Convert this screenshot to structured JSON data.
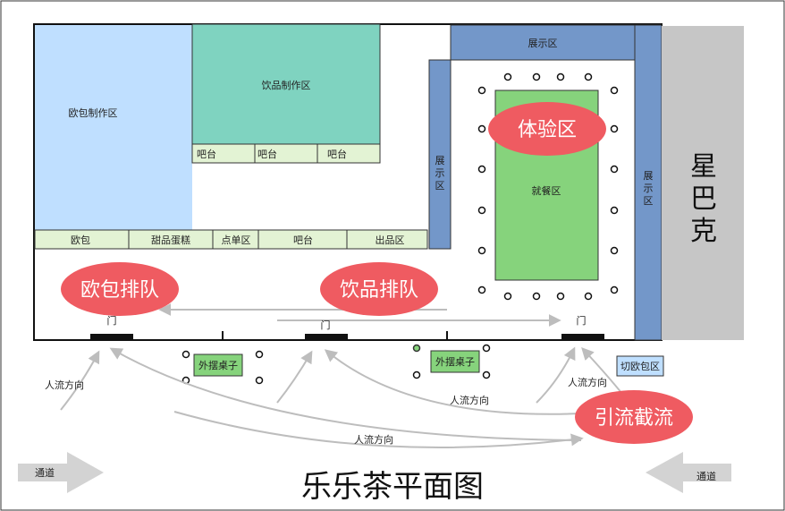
{
  "title": "乐乐茶平面图",
  "zones": {
    "oubao_zhizuo": "欧包制作区",
    "yinpin_zhizuo": "饮品制作区",
    "zhanshi_top": "展示区",
    "zhanshi_left": "展\n示\n区",
    "zhanshi_right": "展\n示\n区",
    "jiucan": "就餐区",
    "xingbake": "星\n巴\n克",
    "qie_oubao": "切欧包区"
  },
  "counter_row_upper": [
    "吧台",
    "吧台",
    "吧台"
  ],
  "counter_row_lower": [
    "欧包",
    "甜品蛋糕",
    "点单区",
    "吧台",
    "出品区"
  ],
  "bubbles": {
    "tiyan": "体验区",
    "oubao_paidui": "欧包排队",
    "yinpin_paidui": "饮品排队",
    "yinliu": "引流截流"
  },
  "doors": [
    "门",
    "门",
    "门"
  ],
  "outdoor_tables": [
    "外摆桌子",
    "外摆桌子"
  ],
  "flow_labels": [
    "人流方向",
    "人流方向",
    "人流方向",
    "人流方向"
  ],
  "passage_labels": [
    "通道",
    "通道"
  ],
  "colors": {
    "light_blue": "#bfdfff",
    "teal": "#7fd3c0",
    "steel_blue": "#7397c9",
    "light_green": "#e3f3d4",
    "green": "#86d37c",
    "bubble_red": "#ef5b61",
    "starbucks_gray": "#c6c6c6",
    "arrow_gray": "#bdbdbd"
  }
}
